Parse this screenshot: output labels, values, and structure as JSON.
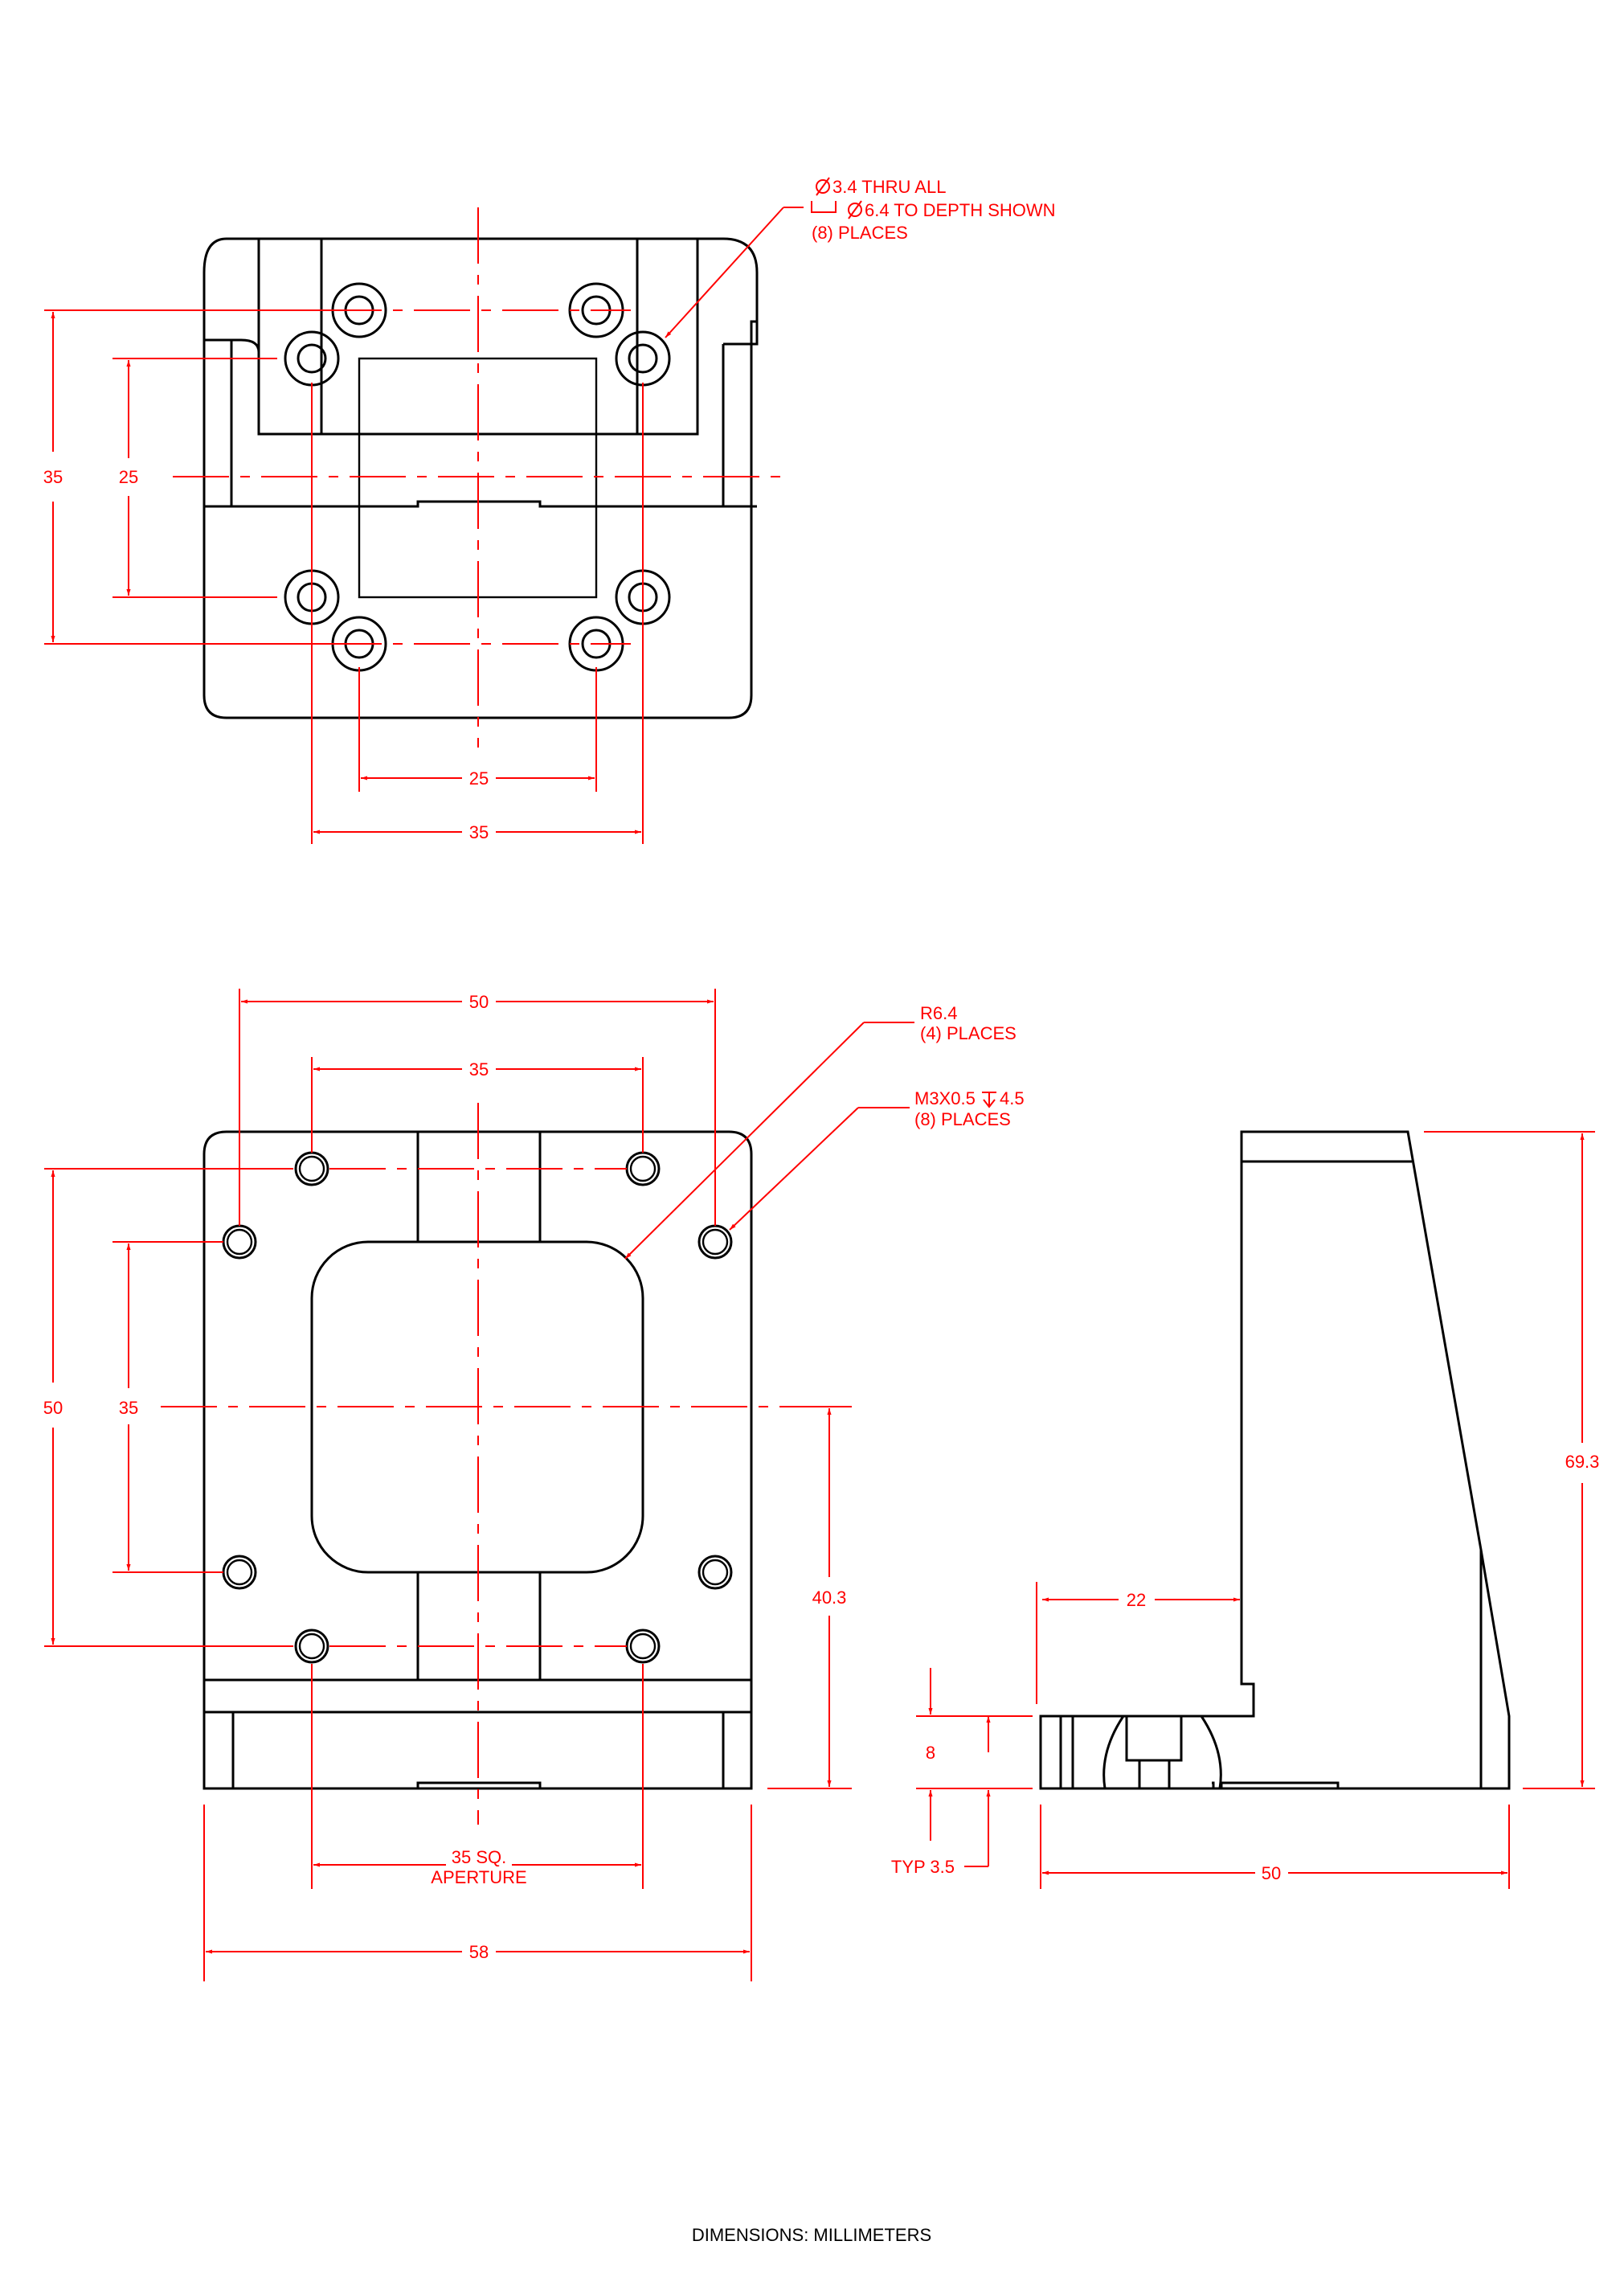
{
  "top_view": {
    "callout": {
      "line1": "3.4 THRU ALL",
      "line2": "6.4 TO DEPTH SHOWN",
      "line3": "(8) PLACES"
    },
    "dims": {
      "v_outer": "35",
      "v_inner": "25",
      "h_inner": "25",
      "h_outer": "35"
    }
  },
  "front_view": {
    "callout_radius": {
      "line1": "R6.4",
      "line2": "(4) PLACES"
    },
    "callout_thread": {
      "line1": "M3X0.5",
      "line1b": "4.5",
      "line2": "(8) PLACES"
    },
    "dims": {
      "h_top_outer": "50",
      "h_top_inner": "35",
      "v_outer": "50",
      "v_inner": "35",
      "center_height": "40.3",
      "aperture_line1": "35 SQ.",
      "aperture_line2": "APERTURE",
      "overall_width": "58"
    }
  },
  "side_view": {
    "dims": {
      "height": "69.3",
      "offset": "22",
      "base_thickness": "8",
      "typ": "TYP 3.5",
      "depth": "50"
    }
  },
  "footer": {
    "note": "DIMENSIONS:  MILLIMETERS"
  },
  "colors": {
    "object_lines": "#000000",
    "dimension_lines": "#ff0000"
  }
}
